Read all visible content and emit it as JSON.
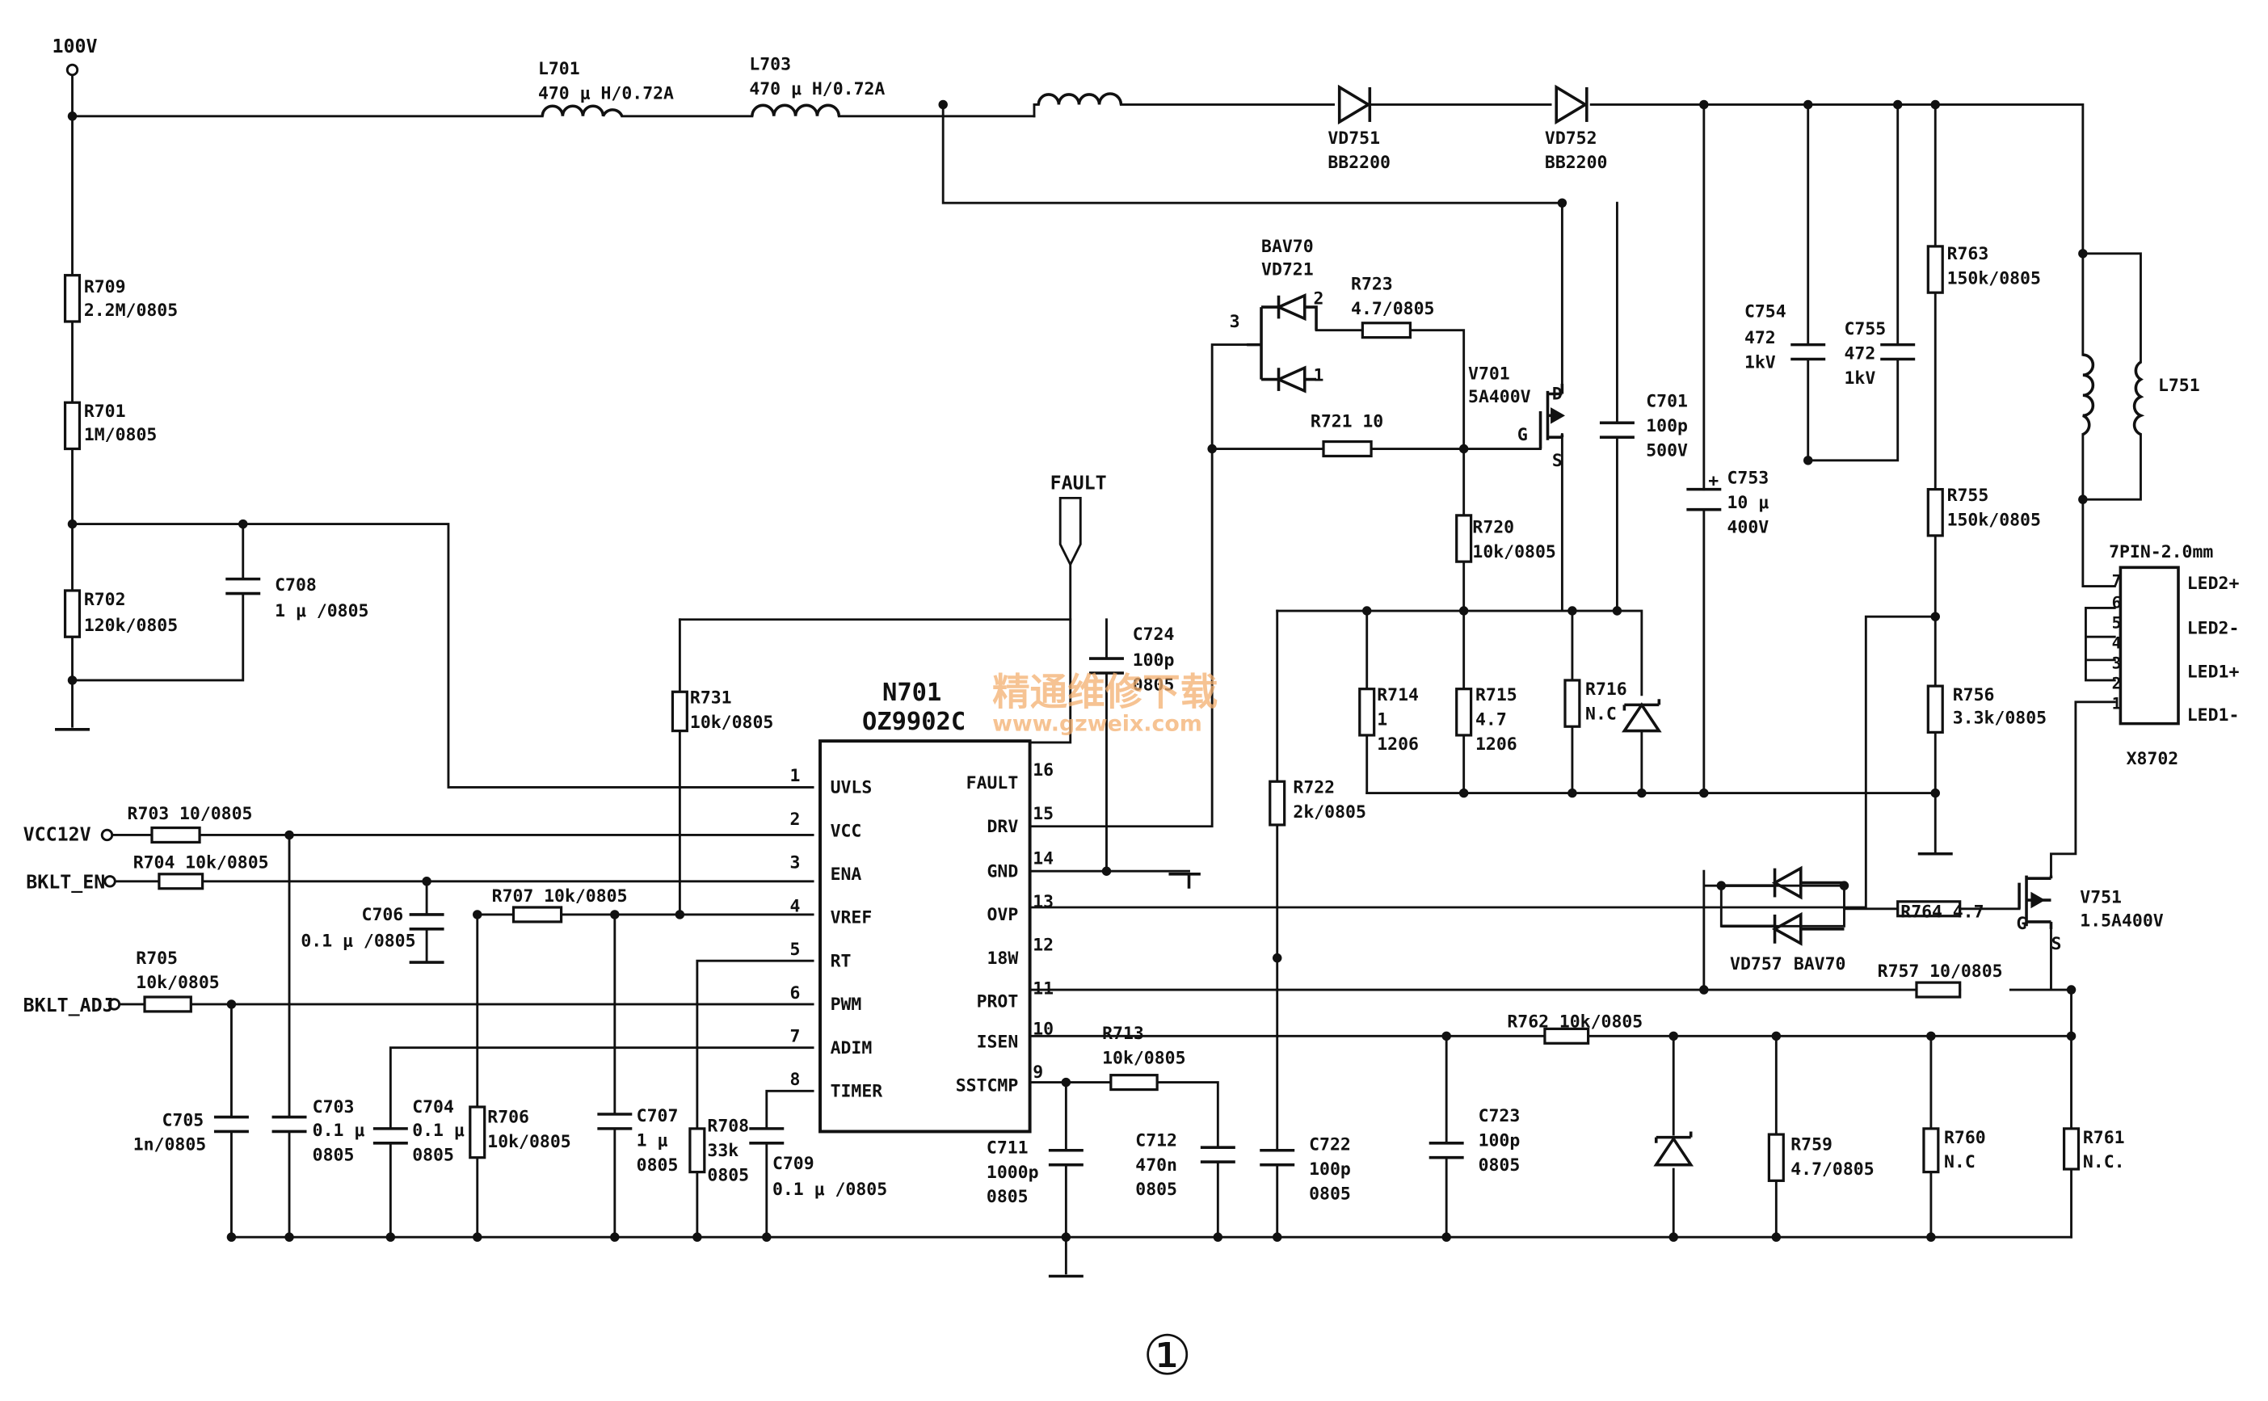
{
  "figure_mark": "①",
  "watermark": {
    "cn": "精通维修下载",
    "url": "www.gzweix.com"
  },
  "ic": {
    "ref": "N701",
    "part": "OZ9902C",
    "pins_left": [
      {
        "num": "1",
        "name": "UVLS"
      },
      {
        "num": "2",
        "name": "VCC"
      },
      {
        "num": "3",
        "name": "ENA"
      },
      {
        "num": "4",
        "name": "VREF"
      },
      {
        "num": "5",
        "name": "RT"
      },
      {
        "num": "6",
        "name": "PWM"
      },
      {
        "num": "7",
        "name": "ADIM"
      },
      {
        "num": "8",
        "name": "TIMER"
      }
    ],
    "pins_right": [
      {
        "num": "16",
        "name": "FAULT"
      },
      {
        "num": "15",
        "name": "DRV"
      },
      {
        "num": "14",
        "name": "GND"
      },
      {
        "num": "13",
        "name": "OVP"
      },
      {
        "num": "12",
        "name": "18W"
      },
      {
        "num": "11",
        "name": "PROT"
      },
      {
        "num": "10",
        "name": "ISEN"
      },
      {
        "num": "9",
        "name": "SSTCMP"
      }
    ]
  },
  "nets": {
    "v100": "100V",
    "vcc12": "VCC12V",
    "bklt_en": "BKLT_EN",
    "bklt_adj": "BKLT_ADJ",
    "fault": "FAULT"
  },
  "inductors": {
    "L701": {
      "ref": "L701",
      "val": "470 μ H/0.72A"
    },
    "L703": {
      "ref": "L703",
      "val": "470 μ H/0.72A"
    },
    "L751": {
      "ref": "L751"
    }
  },
  "diodes": {
    "VD751": {
      "ref": "VD751",
      "val": "BB2200"
    },
    "VD752": {
      "ref": "VD752",
      "val": "BB2200"
    },
    "VD721": {
      "part": "BAV70",
      "ref": "VD721",
      "p1": "1",
      "p2": "2",
      "p3": "3"
    },
    "VD757": {
      "ref": "VD757",
      "part": "BAV70"
    }
  },
  "mosfets": {
    "V701": {
      "ref": "V701",
      "val": "5A400V",
      "d": "D",
      "g": "G",
      "s": "S"
    },
    "V751": {
      "ref": "V751",
      "val": "1.5A400V",
      "g": "G",
      "s": "S"
    }
  },
  "resistors": {
    "R709": {
      "ref": "R709",
      "val": "2.2M/0805"
    },
    "R701": {
      "ref": "R701",
      "val": "1M/0805"
    },
    "R702": {
      "ref": "R702",
      "val": "120k/0805"
    },
    "R703": {
      "ref": "R703",
      "val": "10/0805"
    },
    "R704": {
      "ref": "R704",
      "val": "10k/0805"
    },
    "R705": {
      "ref": "R705",
      "val": "10k/0805"
    },
    "R707": {
      "ref": "R707",
      "val": "10k/0805"
    },
    "R706": {
      "ref": "R706",
      "val": "10k/0805"
    },
    "R708": {
      "ref": "R708",
      "val": "33k",
      "val2": "0805"
    },
    "R731": {
      "ref": "R731",
      "val": "10k/0805"
    },
    "R723": {
      "ref": "R723",
      "val": "4.7/0805"
    },
    "R721": {
      "ref": "R721",
      "val": "10"
    },
    "R720": {
      "ref": "R720",
      "val": "10k/0805"
    },
    "R714": {
      "ref": "R714",
      "val": "1",
      "val2": "1206"
    },
    "R715": {
      "ref": "R715",
      "val": "4.7",
      "val2": "1206"
    },
    "R716": {
      "ref": "R716",
      "val": "N.C"
    },
    "R722": {
      "ref": "R722",
      "val": "2k/0805"
    },
    "R713": {
      "ref": "R713",
      "val": "10k/0805"
    },
    "R762": {
      "ref": "R762",
      "val": "10k/0805"
    },
    "R763": {
      "ref": "R763",
      "val": "150k/0805"
    },
    "R755": {
      "ref": "R755",
      "val": "150k/0805"
    },
    "R756": {
      "ref": "R756",
      "val": "3.3k/0805"
    },
    "R764": {
      "ref": "R764",
      "val": "4.7"
    },
    "R757": {
      "ref": "R757",
      "val": "10/0805"
    },
    "R759": {
      "ref": "R759",
      "val": "4.7/0805"
    },
    "R760": {
      "ref": "R760",
      "val": "N.C"
    },
    "R761": {
      "ref": "R761",
      "val": "N.C."
    }
  },
  "capacitors": {
    "C708": {
      "ref": "C708",
      "val": "1 μ /0805"
    },
    "C706": {
      "ref": "C706",
      "val": "0.1 μ /0805"
    },
    "C705": {
      "ref": "C705",
      "val": "1n/0805"
    },
    "C703": {
      "ref": "C703",
      "val": "0.1 μ",
      "val2": "0805"
    },
    "C704": {
      "ref": "C704",
      "val": "0.1 μ",
      "val2": "0805"
    },
    "C707": {
      "ref": "C707",
      "val": "1 μ",
      "val2": "0805"
    },
    "C709": {
      "ref": "C709",
      "val": "0.1 μ /0805"
    },
    "C711": {
      "ref": "C711",
      "val": "1000p",
      "val2": "0805"
    },
    "C712": {
      "ref": "C712",
      "val": "470n",
      "val2": "0805"
    },
    "C722": {
      "ref": "C722",
      "val": "100p",
      "val2": "0805"
    },
    "C723": {
      "ref": "C723",
      "val": "100p",
      "val2": "0805"
    },
    "C724": {
      "ref": "C724",
      "val": "100p",
      "val2": "0805"
    },
    "C701": {
      "ref": "C701",
      "val": "100p",
      "val2": "500V"
    },
    "C753": {
      "ref": "C753",
      "val": "10 μ",
      "val2": "400V",
      "plus": "+"
    },
    "C754": {
      "ref": "C754",
      "val": "472",
      "val2": "1kV"
    },
    "C755": {
      "ref": "C755",
      "val": "472",
      "val2": "1kV"
    }
  },
  "connector": {
    "ref": "X8702",
    "type": "7PIN-2.0mm",
    "pins": [
      "7",
      "6",
      "5",
      "4",
      "3",
      "2",
      "1"
    ],
    "labels": {
      "led2p": "LED2+",
      "led2n": "LED2-",
      "led1p": "LED1+",
      "led1n": "LED1-"
    }
  }
}
